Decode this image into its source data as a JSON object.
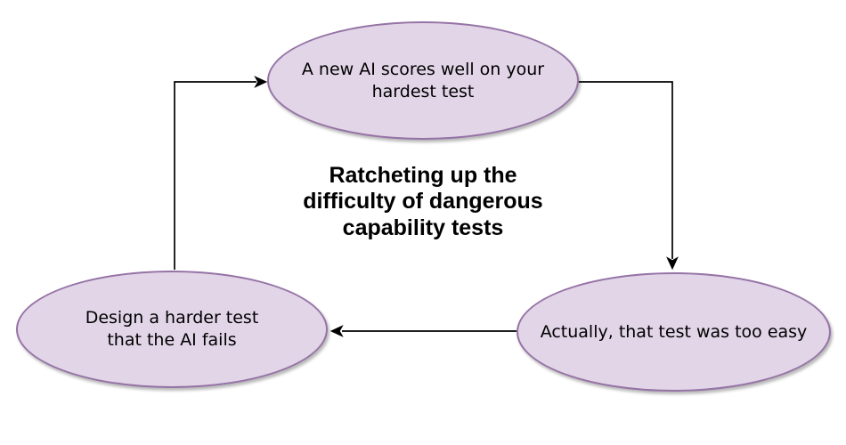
{
  "diagram": {
    "title": "Ratcheting up the\ndifficulty of dangerous\ncapability tests",
    "nodes": {
      "top": {
        "label": "A new AI scores well on your\nhardest test"
      },
      "bottom_right": {
        "label": "Actually, that test was too easy"
      },
      "bottom_left": {
        "label": "Design a harder test\nthat the AI fails"
      }
    },
    "edges": [
      {
        "from": "top",
        "to": "bottom_right",
        "style": "orthogonal"
      },
      {
        "from": "bottom_right",
        "to": "bottom_left",
        "style": "straight"
      },
      {
        "from": "bottom_left",
        "to": "top",
        "style": "orthogonal"
      }
    ],
    "colors": {
      "node_fill": "#E1D5E7",
      "node_stroke": "#9673A6",
      "arrow": "#000000",
      "title_text": "#000000",
      "node_text": "#000000",
      "background": "#FFFFFF"
    }
  }
}
